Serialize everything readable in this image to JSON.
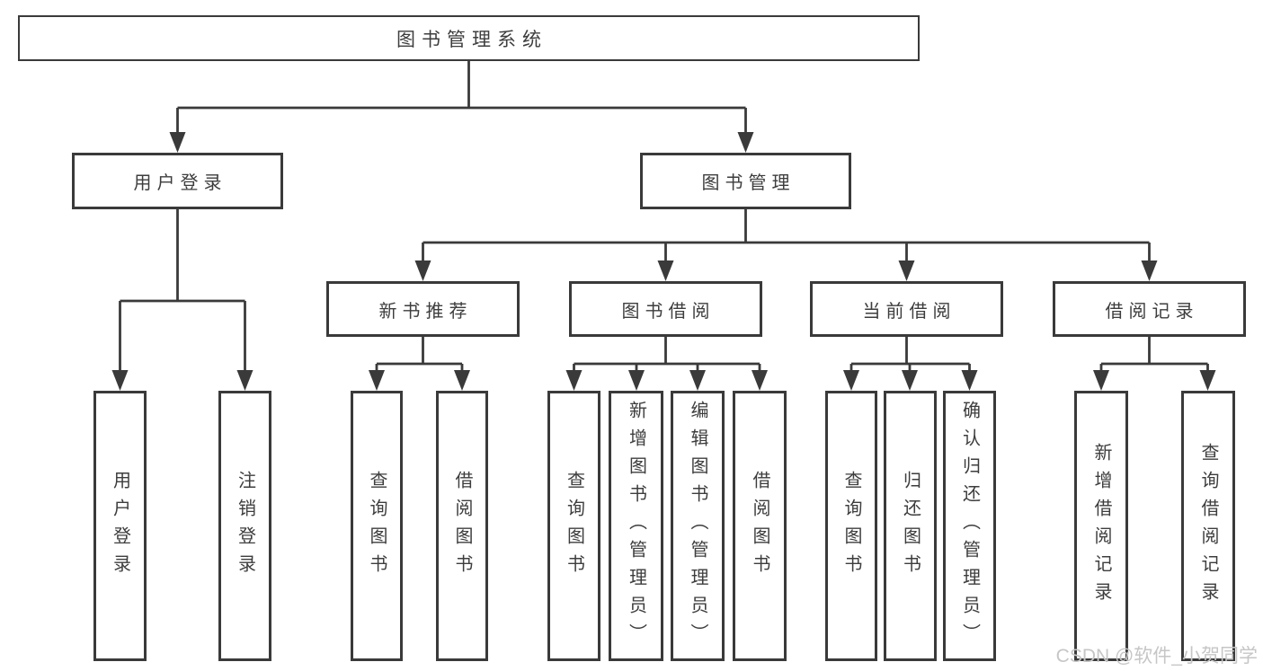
{
  "diagram": {
    "root": "图书管理系统",
    "branches": [
      {
        "label": "用户登录",
        "children": [
          "用户登录",
          "注销登录"
        ]
      },
      {
        "label": "图书管理"
      }
    ],
    "sections": [
      {
        "label": "新书推荐",
        "children": [
          "查询图书",
          "借阅图书"
        ]
      },
      {
        "label": "图书借阅",
        "children": [
          "查询图书",
          "新增图书（管理员）",
          "编辑图书（管理员）",
          "借阅图书"
        ]
      },
      {
        "label": "当前借阅",
        "children": [
          "查询图书",
          "归还图书",
          "确认归还（管理员）"
        ]
      },
      {
        "label": "借阅记录",
        "children": [
          "新增借阅记录",
          "查询借阅记录"
        ]
      }
    ]
  },
  "watermark": "CSDN @软件_小贺同学",
  "colors": {
    "line": "#3a3a3a",
    "text": "#3d3d3d",
    "watermark": "#c6c6c6",
    "background": "#ffffff"
  }
}
